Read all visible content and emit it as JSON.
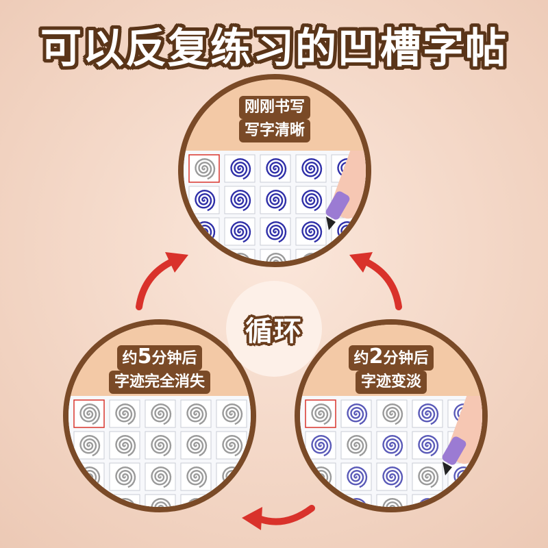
{
  "title": "可以反复练习的凹槽字帖",
  "center": {
    "text": "循环"
  },
  "stages": {
    "top": {
      "line1": "刚刚书写",
      "line2": "写字清晰"
    },
    "right": {
      "line1_pre": "约",
      "line1_num": "2",
      "line1_post": "分钟后",
      "line2": "字迹变淡"
    },
    "left": {
      "line1_pre": "约",
      "line1_num": "5",
      "line1_post": "分钟后",
      "line2": "字迹完全消失"
    }
  },
  "colors": {
    "brown": "#7a4a27",
    "band": "#f3c9a6",
    "ink_dark": "#2f2fa8",
    "ink_faded": "#5a5ab8",
    "groove_gray": "#9a9a9a",
    "arrow_red": "#d9322b"
  },
  "icons": [
    "spiral-icon",
    "pen-icon",
    "arrow-icon"
  ]
}
